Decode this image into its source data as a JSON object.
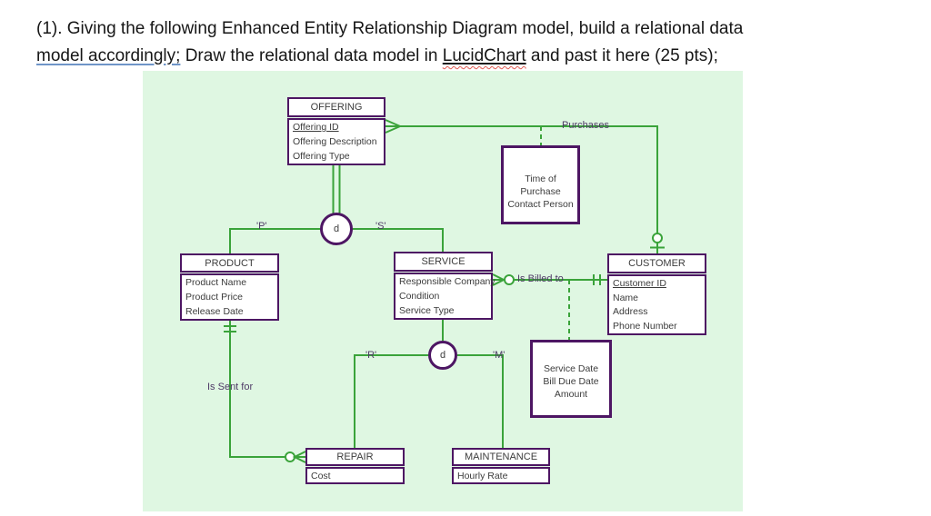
{
  "question": {
    "line1": "(1). Giving the following Enhanced Entity Relationship Diagram model, build a relational data",
    "line2_underlined": "model accordingly;",
    "line2_mid": " Draw the relational data model in ",
    "line2_lucid": "LucidChart",
    "line2_end": " and past it here (25 pts);"
  },
  "colors": {
    "canvas_bg": "#dff7e2",
    "connector_green": "#3aa33a",
    "entity_border_purple": "#4d1663",
    "label_text": "#4e3a66"
  },
  "diagram": {
    "entities": {
      "offering": {
        "title": "OFFERING",
        "attributes": [
          "Offering ID",
          "Offering Description",
          "Offering Type"
        ]
      },
      "product": {
        "title": "PRODUCT",
        "attributes": [
          "Product Name",
          "Product Price",
          "Release Date"
        ]
      },
      "service": {
        "title": "SERVICE",
        "attributes": [
          "Responsible Company",
          "Condition",
          "Service Type"
        ]
      },
      "customer": {
        "title": "CUSTOMER",
        "attributes": [
          "Customer ID",
          "Name",
          "Address",
          "Phone Number"
        ]
      },
      "repair": {
        "title": "REPAIR",
        "attributes": [
          "Cost"
        ]
      },
      "maintenance": {
        "title": "MAINTENANCE",
        "attributes": [
          "Hourly Rate"
        ]
      }
    },
    "attribute_boxes": {
      "purchase": [
        "Time of Purchase",
        "Contact Person"
      ],
      "billing": [
        "Service Date",
        "Bill Due Date",
        "Amount"
      ]
    },
    "labels": {
      "purchases": "Purchases",
      "is_billed_to": "Is Billed to",
      "is_sent_for": "Is Sent for",
      "p": "'P'",
      "s": "'S'",
      "r": "'R'",
      "m": "'M'",
      "d1": "d",
      "d2": "d"
    }
  }
}
